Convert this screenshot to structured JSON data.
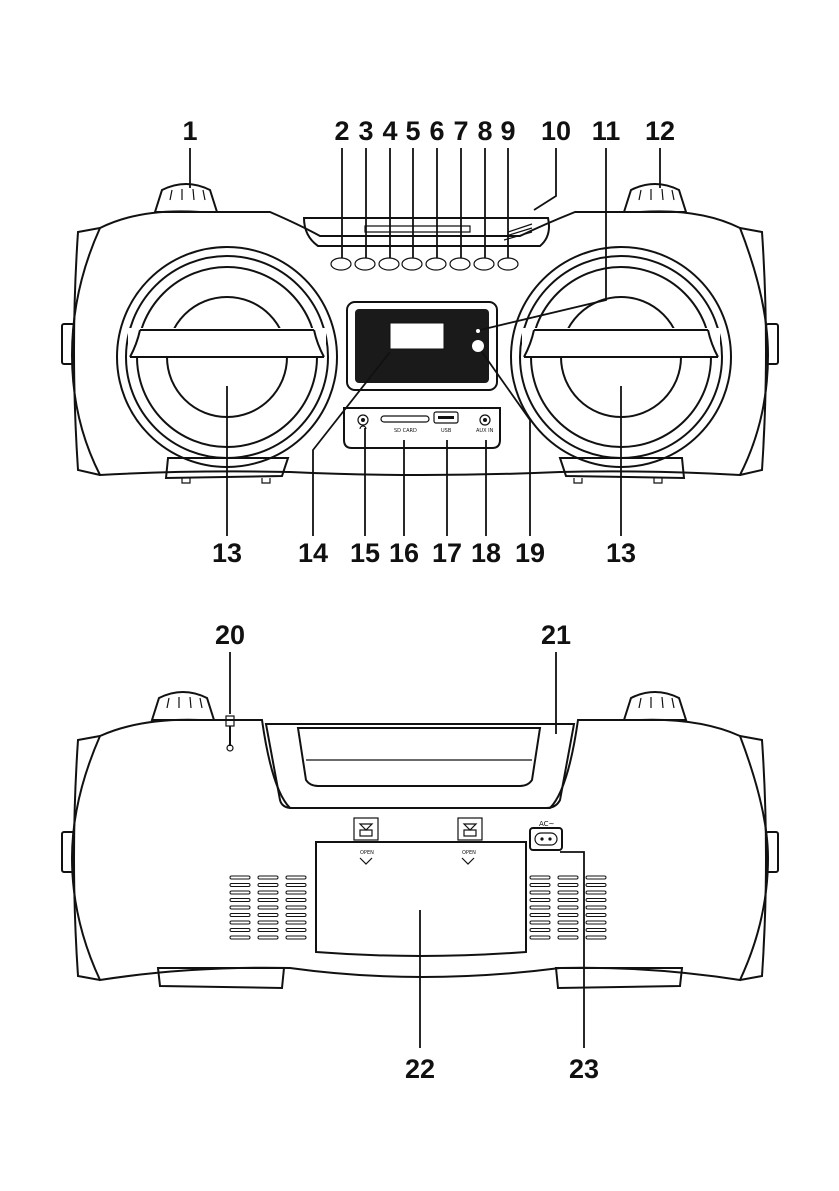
{
  "front_view": {
    "callouts": [
      "1",
      "2",
      "3",
      "4",
      "5",
      "6",
      "7",
      "8",
      "9",
      "10",
      "11",
      "12",
      "13",
      "13",
      "14",
      "15",
      "16",
      "17",
      "18",
      "19"
    ]
  },
  "rear_view": {
    "callouts": [
      "20",
      "21",
      "22",
      "23"
    ]
  },
  "panel_labels": {
    "sd_card": "SD CARD",
    "usb": "USB",
    "aux_in": "AUX IN",
    "ac_input": "AC~",
    "open_left": "OPEN",
    "open_right": "OPEN"
  }
}
